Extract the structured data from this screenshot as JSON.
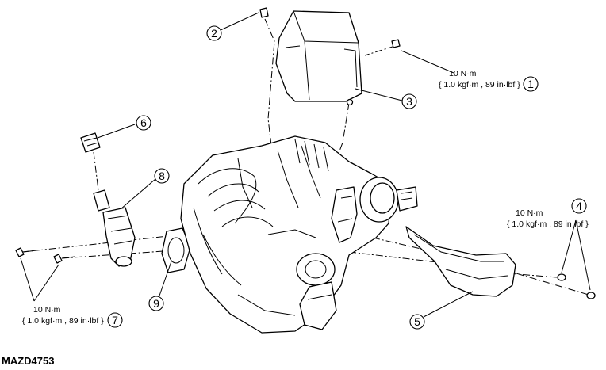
{
  "figure_id": "MAZD4753",
  "callouts": [
    {
      "num": "1"
    },
    {
      "num": "2"
    },
    {
      "num": "3"
    },
    {
      "num": "4"
    },
    {
      "num": "5"
    },
    {
      "num": "6"
    },
    {
      "num": "7"
    },
    {
      "num": "8"
    },
    {
      "num": "9"
    }
  ],
  "torque_specs": {
    "item1": {
      "line1": "10 N·m",
      "line2": "{ 1.0 kgf·m , 89 in·lbf }"
    },
    "item4": {
      "line1": "10 N·m",
      "line2": "{ 1.0 kgf·m , 89 in·lbf }"
    },
    "item7": {
      "line1": "10 N·m",
      "line2": "{ 1.0 kgf·m , 89 in·lbf }"
    }
  }
}
